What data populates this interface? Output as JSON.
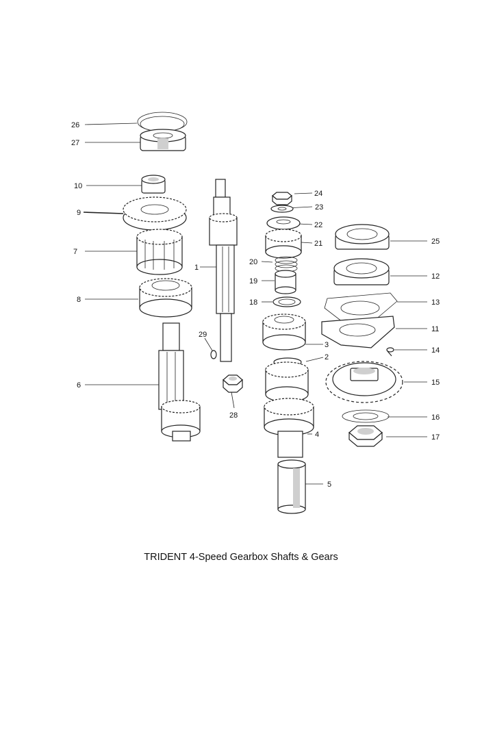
{
  "caption": "TRIDENT 4-Speed Gearbox Shafts & Gears",
  "callouts": [
    "1",
    "2",
    "3",
    "4",
    "5",
    "6",
    "7",
    "8",
    "9",
    "10",
    "11",
    "12",
    "13",
    "14",
    "15",
    "16",
    "17",
    "18",
    "19",
    "20",
    "21",
    "22",
    "23",
    "24",
    "25",
    "26",
    "27",
    "28",
    "29"
  ]
}
